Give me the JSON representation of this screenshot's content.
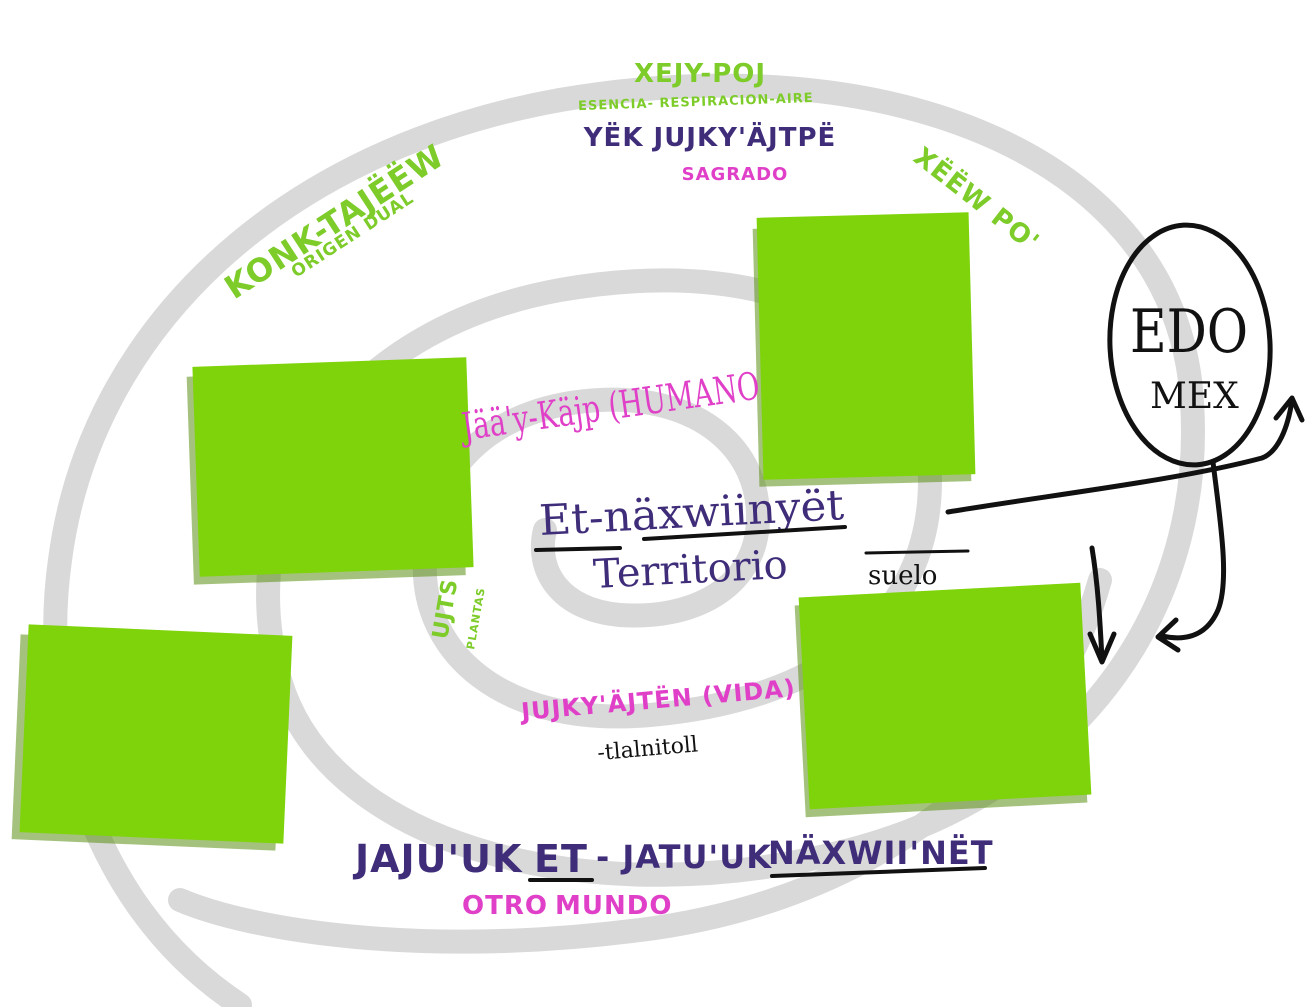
{
  "colors": {
    "spiral": "#d9d9d9",
    "note_green": "#7ed30b",
    "text_green": "#7dcc2a",
    "text_purple": "#3f2d7a",
    "text_magenta": "#e040c8",
    "text_black": "#111111"
  },
  "labels": {
    "top_title": "XEJY-POJ",
    "top_subtitle": "ESENCIA- RESPIRACION-AIRE",
    "top_main": "YËK JUJKY'ÄJTPË",
    "top_sagrado": "SAGRADO",
    "xeew": "XËËW PO'",
    "konk": "KONK-TAJËËW",
    "origen": "ORIGEN DUAL",
    "jaay": "Jää'y-Käjp (HUMANO",
    "et_title": "Et-näxwiinyët",
    "territorio": "Territorio",
    "suelo": "suelo",
    "ujts": "UJTS",
    "plantas": "PLANTAS",
    "jujky": "JUJKY'ÄJTËN (VIDA)",
    "tlalnitoll": "-tlalnitoll",
    "jaju_a": "JAJU'UK",
    "jaju_b": "ET",
    "jaju_c": "- JATU'UK",
    "jaju_d": "NÄXWII'NËT",
    "otro_a": "OTRO",
    "otro_b": "MUNDO",
    "edo": "EDO",
    "mex": "MEX"
  }
}
